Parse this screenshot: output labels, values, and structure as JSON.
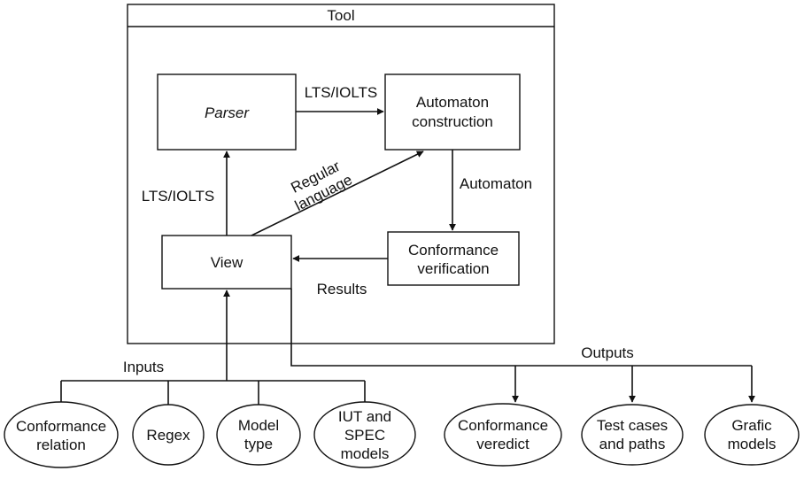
{
  "tool": {
    "title": "Tool"
  },
  "components": {
    "parser": "Parser",
    "automaton_construction": [
      "Automaton",
      "construction"
    ],
    "view": "View",
    "conformance_verification": [
      "Conformance",
      "verification"
    ]
  },
  "edges": {
    "parser_to_automaton": "LTS/IOLTS",
    "view_to_parser": "LTS/IOLTS",
    "regular_language": [
      "Regular",
      "language"
    ],
    "automaton_to_verification": "Automaton",
    "results": "Results"
  },
  "inputs": {
    "label": "Inputs",
    "items": [
      [
        "Conformance",
        "relation"
      ],
      [
        "Regex"
      ],
      [
        "Model",
        "type"
      ],
      [
        "IUT and",
        "SPEC",
        "models"
      ]
    ]
  },
  "outputs": {
    "label": "Outputs",
    "items": [
      [
        "Conformance",
        "veredict"
      ],
      [
        "Test cases",
        "and paths"
      ],
      [
        "Grafic",
        "models"
      ]
    ]
  }
}
